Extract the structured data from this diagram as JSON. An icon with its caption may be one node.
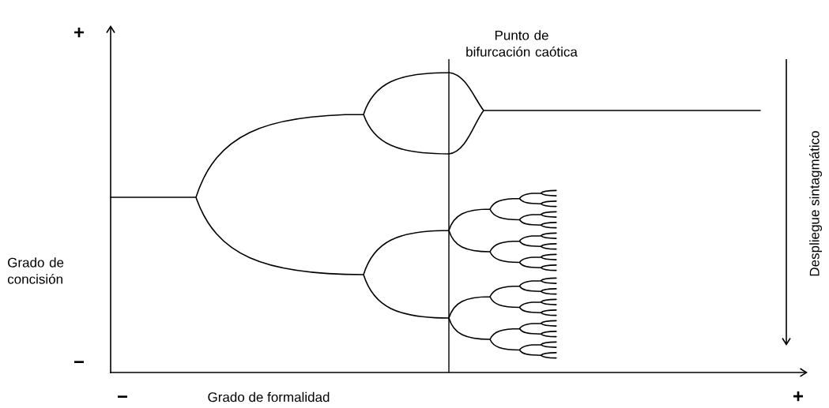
{
  "diagram": {
    "labels": [
      "+",
      "Punto de bifurcación caótica",
      "Despliegue sintagmático",
      "Grado de concisión",
      "−",
      "−",
      "Grado de formalidad",
      "+"
    ]
  }
}
